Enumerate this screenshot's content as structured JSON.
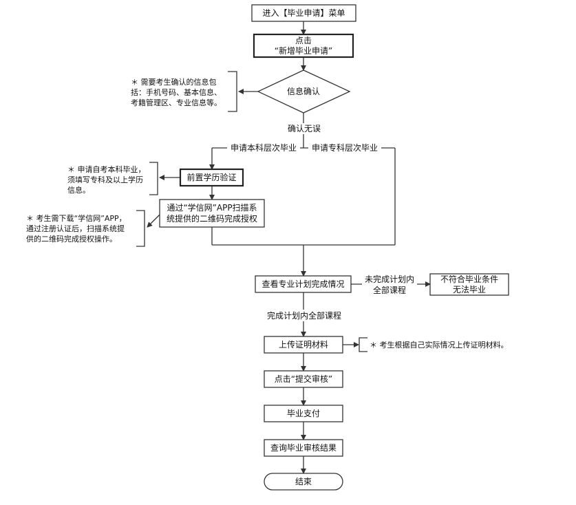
{
  "nodes": {
    "enter_menu": "进入【毕业申请】菜单",
    "click_add_l1": "点击",
    "click_add_l2": "“新增毕业申请”",
    "info_confirm": "信息确认",
    "pre_verify": "前置学历验证",
    "auth_l1": "通过“学信网”APP扫描系",
    "auth_l2": "统提供的二维码完成授权",
    "check_plan": "查看专业计划完成情况",
    "not_eligible_l1": "不符合毕业条件",
    "not_eligible_l2": "无法毕业",
    "upload": "上传证明材料",
    "submit": "点击“提交审核”",
    "pay": "毕业支付",
    "query": "查询毕业审核结果",
    "end": "结束"
  },
  "edge_labels": {
    "confirmed": "确认无误",
    "bachelor": "申请本科层次毕业",
    "associate": "申请专科层次毕业",
    "incomplete_l1": "未完成计划内",
    "incomplete_l2": "全部课程",
    "complete": "完成计划内全部课程"
  },
  "notes": {
    "confirm_note": [
      "＊ 需要考生确认的信息包",
      "括：手机号码、基本信息、",
      "考籍管理区、专业信息等。"
    ],
    "bachelor_note": [
      "＊ 申请自考本科毕业，",
      "须填写专科及以上学历",
      "信息。"
    ],
    "app_note": [
      "＊ 考生需下载“学信网”APP，",
      "通过注册认证后，扫描系统提",
      "供的二维码完成授权操作。"
    ],
    "upload_note": "＊ 考生根据自己实际情况上传证明材料。"
  }
}
